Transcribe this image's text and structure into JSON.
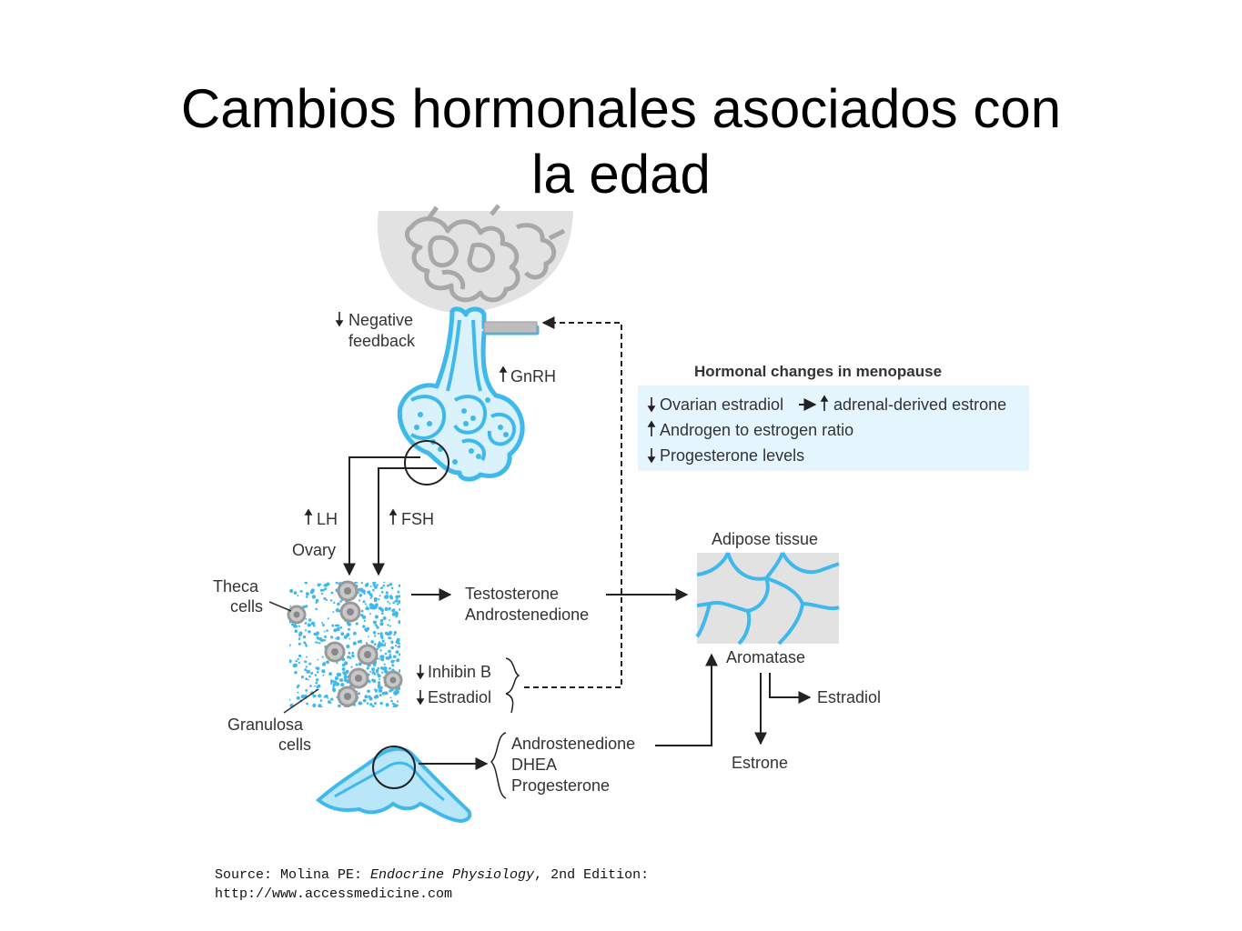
{
  "title": {
    "line1": "Cambios hormonales asociados con",
    "line2": "la edad"
  },
  "colors": {
    "accent_blue": "#3fb8ec",
    "light_blue": "#cdeefb",
    "box_fill": "#e4f5fd",
    "gray_tissue": "#e2e2e2",
    "arrow": "#222222"
  },
  "labels": {
    "negative_feedback_1": "Negative",
    "negative_feedback_2": "feedback",
    "gnrh": "GnRH",
    "lh": "LH",
    "fsh": "FSH",
    "ovary": "Ovary",
    "theca_1": "Theca",
    "theca_2": "cells",
    "granulosa_1": "Granulosa",
    "granulosa_2": "cells",
    "testosterone": "Testosterone",
    "androstenedione_ovary": "Androstenedione",
    "inhibin_b": "Inhibin B",
    "estradiol_ovary": "Estradiol",
    "androstenedione_adrenal": "Androstenedione",
    "dhea": "DHEA",
    "progesterone": "Progesterone",
    "adipose_tissue": "Adipose tissue",
    "aromatase": "Aromatase",
    "estradiol_out": "Estradiol",
    "estrone": "Estrone"
  },
  "menopause_box": {
    "heading": "Hormonal changes in menopause",
    "line1_a": "Ovarian estradiol",
    "line1_b": "adrenal-derived estrone",
    "line2": "Androgen to estrogen ratio",
    "line3": "Progesterone levels"
  },
  "source": {
    "prefix": "Source: Molina PE: ",
    "book": "Endocrine Physiology",
    "suffix": ", 2nd Edition:",
    "url": "http://www.accessmedicine.com"
  }
}
